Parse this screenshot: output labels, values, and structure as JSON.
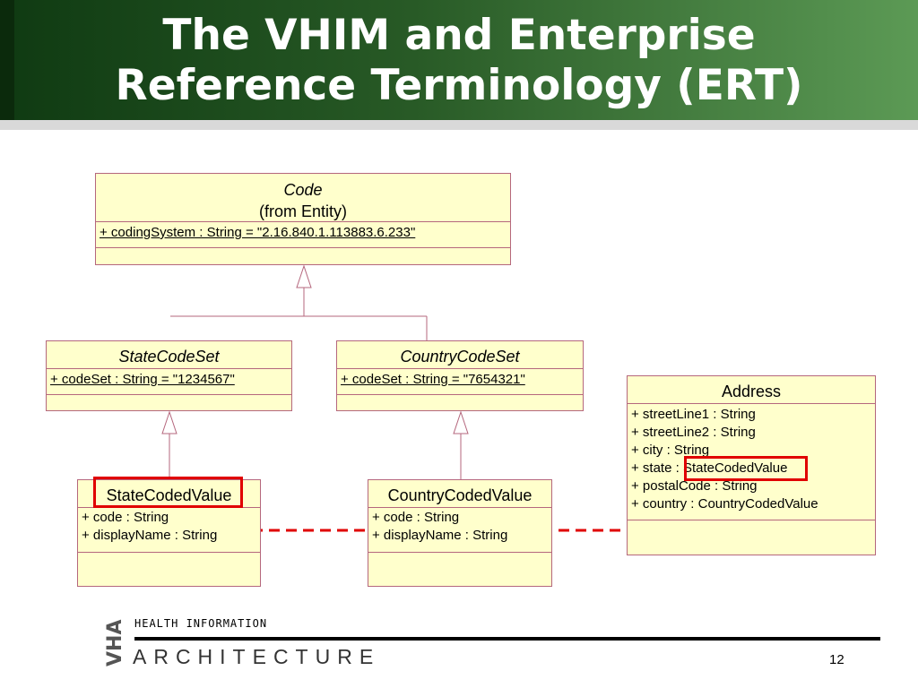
{
  "slide": {
    "title_line1": "The VHIM and Enterprise",
    "title_line2": "Reference Terminology (ERT)",
    "page_number": "12"
  },
  "footer": {
    "vha": "VHA",
    "health": "HEALTH INFORMATION",
    "architecture": "ARCHITECTURE"
  },
  "classes": {
    "code": {
      "name": "Code",
      "stereotype": "(from Entity)",
      "attrs": [
        "+ codingSystem : String = \"2.16.840.1.113883.6.233\""
      ]
    },
    "state_code_set": {
      "name": "StateCodeSet",
      "attrs": [
        "+ codeSet : String = \"1234567\""
      ]
    },
    "country_code_set": {
      "name": "CountryCodeSet",
      "attrs": [
        "+ codeSet : String = \"7654321\""
      ]
    },
    "address": {
      "name": "Address",
      "attrs": [
        "+ streetLine1 : String",
        "+ streetLine2 : String",
        "+ city : String",
        "+ state : StateCodedValue",
        "+ postalCode : String",
        "+ country : CountryCodedValue"
      ]
    },
    "state_coded_value": {
      "name": "StateCodedValue",
      "attrs": [
        "+ code : String",
        "+ displayName : String"
      ]
    },
    "country_coded_value": {
      "name": "CountryCodedValue",
      "attrs": [
        "+ code : String",
        "+ displayName : String"
      ]
    }
  },
  "colors": {
    "highlight": "#e00000",
    "class_fill": "#ffffcc",
    "class_border": "#b5677d",
    "header_green": "#285a26"
  }
}
